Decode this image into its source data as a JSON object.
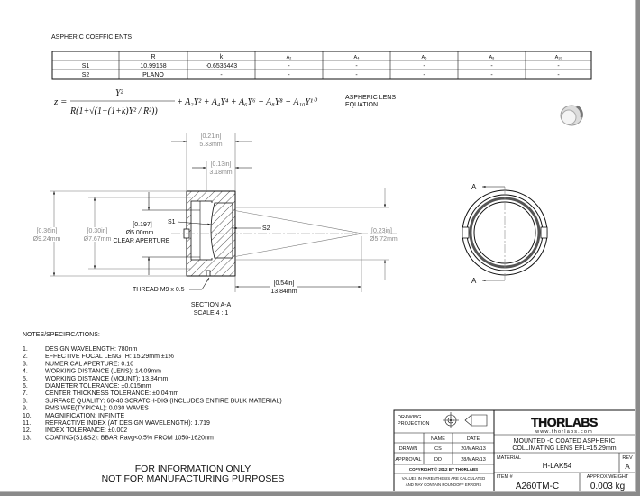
{
  "coefficients": {
    "title": "ASPHERIC COEFFICIENTS",
    "headers": [
      "",
      "R",
      "k",
      "A₂",
      "A₄",
      "A₆",
      "A₈",
      "A₁₀"
    ],
    "rows": [
      [
        "S1",
        "10.99158",
        "-0.6536443",
        "-",
        "-",
        "-",
        "-",
        "-"
      ],
      [
        "S2",
        "PLANO",
        "-",
        "-",
        "-",
        "-",
        "-",
        "-"
      ]
    ]
  },
  "equation": {
    "lhs": "z =",
    "numerator": "Y²",
    "denominator": "R(1+√(1−(1+k)Y² / R²))",
    "terms": "+ A₂Y² + A₄Y⁴ + A₆Y⁶ + A₈Y⁸ + A₁₀Y¹⁰",
    "label1": "ASPHERIC LENS",
    "label2": "EQUATION"
  },
  "section": {
    "dim_overall_len_in": "[0.21in]",
    "dim_overall_len_mm": "5.33mm",
    "dim_lens_len_in": "[0.13in]",
    "dim_lens_len_mm": "3.18mm",
    "dim_od_in": "[0.36in]",
    "dim_od_mm": "Ø9.24mm",
    "dim_id_in": "[0.30in]",
    "dim_id_mm": "Ø7.67mm",
    "ca_in": "[0.197]",
    "ca_mm": "Ø5.00mm",
    "ca_label": "CLEAR APERTURE",
    "s1": "S1",
    "s2": "S2",
    "beam_in": "[0.23in]",
    "beam_mm": "Ø5.72mm",
    "wd_in": "[0.54in]",
    "wd_mm": "13.84mm",
    "thread": "THREAD M9 x 0.5",
    "title": "SECTION A-A",
    "scale": "SCALE 4 : 1",
    "section_mark": "A"
  },
  "notes": {
    "title": "NOTES/SPECIFICATIONS:",
    "items": [
      {
        "n": "1.",
        "t": "DESIGN WAVELENGTH: 780nm"
      },
      {
        "n": "2.",
        "t": "EFFECTIVE FOCAL LENGTH: 15.29mm ±1%"
      },
      {
        "n": "3.",
        "t": "NUMERICAL APERTURE: 0.16"
      },
      {
        "n": "4.",
        "t": "WORKING DISTANCE (LENS): 14.09mm"
      },
      {
        "n": "5.",
        "t": "WORKING DISTANCE (MOUNT): 13.84mm"
      },
      {
        "n": "6.",
        "t": "DIAMETER TOLERANCE: ±0.015mm"
      },
      {
        "n": "7.",
        "t": "CENTER THICKNESS TOLERANCE:  ±0.04mm"
      },
      {
        "n": "8.",
        "t": "SURFACE QUALITY: 60-40 SCRATCH-DIG (INCLUDES ENTIRE BULK MATERIAL)"
      },
      {
        "n": "9.",
        "t": "RMS WFE(TYPICAL): 0.030 WAVES"
      },
      {
        "n": "10.",
        "t": "MAGNIFICATION: INFINITE"
      },
      {
        "n": "11.",
        "t": "REFRACTIVE INDEX (AT DESIGN WAVELENGTH): 1.719"
      },
      {
        "n": "12.",
        "t": "INDEX TOLERANCE: ±0.002"
      },
      {
        "n": "13.",
        "t": "COATING(S1&S2): BBAR Ravg<0.5% FROM 1050-1620nm"
      }
    ]
  },
  "disclaimer": {
    "line1": "FOR INFORMATION ONLY",
    "line2": "NOT FOR MANUFACTURING PURPOSES"
  },
  "title_block": {
    "projection1": "DRAWING",
    "projection2": "PROJECTION",
    "name_header": "NAME",
    "date_header": "DATE",
    "drawn_label": "DRAWN",
    "drawn_name": "CS",
    "drawn_date": "20/MAR/13",
    "approval_label": "APPROVAL",
    "approval_name": "DD",
    "approval_date": "28/MAR/13",
    "copyright": "COPYRIGHT © 2012 BY THORLABS",
    "values_note1": "VALUES IN PARENTHESIS ARE CALCULATED",
    "values_note2": "AND MAY CONTAIN ROUNDOFF ERRORS",
    "logo": "THORLABS",
    "website": "www.thorlabs.com",
    "description1": "MOUNTED -C COATED ASPHERIC",
    "description2": "COLLIMATING LENS   EFL=15.29mm",
    "material_label": "MATERIAL",
    "material": "H-LAK54",
    "rev_label": "REV",
    "rev": "A",
    "item_label": "ITEM #",
    "item": "A260TM-C",
    "weight_label": "APPROX WEIGHT",
    "weight": "0.003 kg"
  }
}
